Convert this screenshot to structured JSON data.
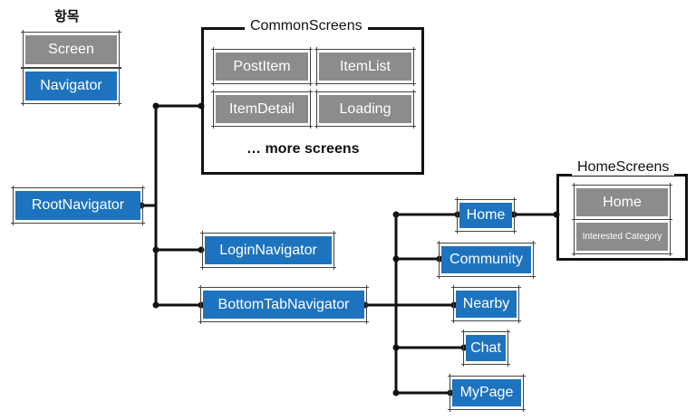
{
  "legend": {
    "title": "항목",
    "screen_label": "Screen",
    "navigator_label": "Navigator"
  },
  "colors": {
    "navigator": "#1e73be",
    "screen": "#8c8c8c",
    "line": "#111111"
  },
  "common_screens": {
    "title": "CommonScreens",
    "items": [
      "PostItem",
      "ItemList",
      "ItemDetail",
      "Loading"
    ],
    "more_label": "… more screens"
  },
  "navigators": {
    "root": "RootNavigator",
    "login": "LoginNavigator",
    "bottom_tab": "BottomTabNavigator"
  },
  "tabs": [
    "Home",
    "Community",
    "Nearby",
    "Chat",
    "MyPage"
  ],
  "home_screens": {
    "title": "HomeScreens",
    "items": [
      "Home",
      "Interested Category"
    ]
  }
}
